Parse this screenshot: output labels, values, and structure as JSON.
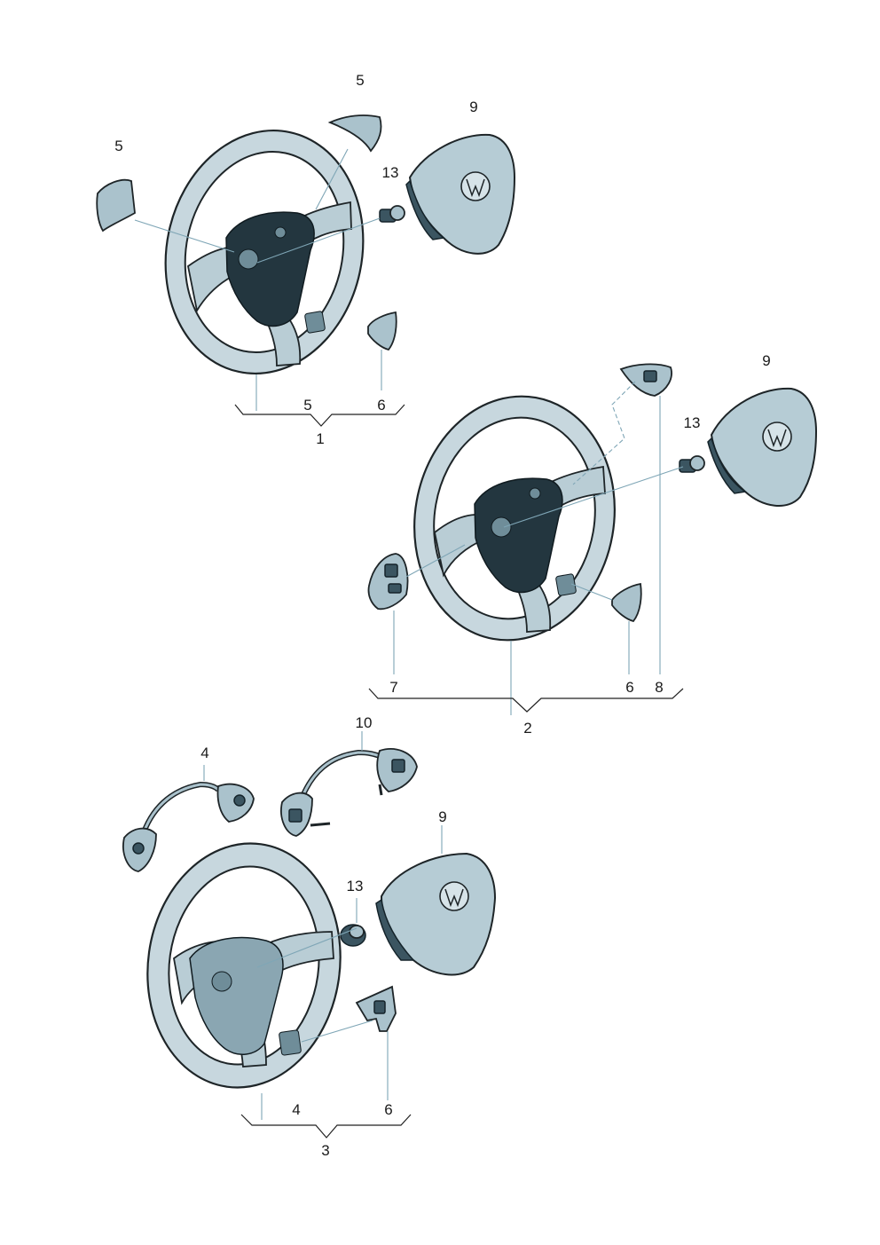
{
  "labels": {
    "g1": {
      "n5a": "5",
      "n5b": "5",
      "n9": "9",
      "n13": "13",
      "n5c": "5",
      "n6": "6",
      "group": "1"
    },
    "g2": {
      "n9": "9",
      "n13": "13",
      "n7": "7",
      "n6": "6",
      "n8": "8",
      "group": "2"
    },
    "g3": {
      "n10": "10",
      "n4a": "4",
      "n9": "9",
      "n13": "13",
      "n4b": "4",
      "n6": "6",
      "group": "3"
    }
  }
}
